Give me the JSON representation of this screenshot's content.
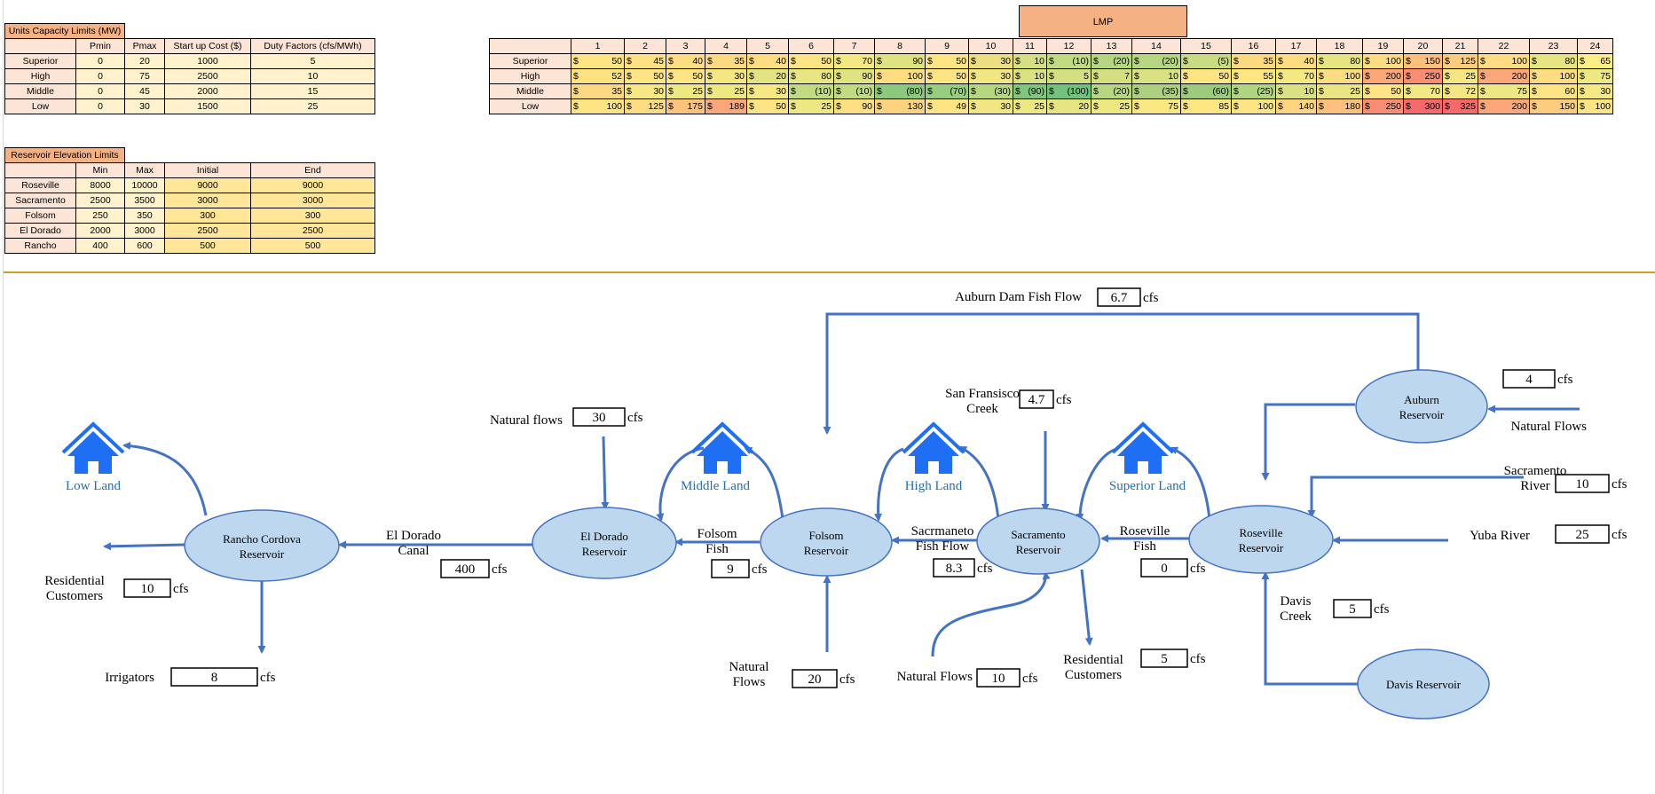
{
  "units_table": {
    "title": "Units Capacity Limits (MW)",
    "headers": [
      "",
      "Pmin",
      "Pmax",
      "Start up Cost ($)",
      "Duty Factors (cfs/MWh)"
    ],
    "rows": [
      [
        "Superior",
        "0",
        "20",
        "1000",
        "5"
      ],
      [
        "High",
        "0",
        "75",
        "2500",
        "10"
      ],
      [
        "Middle",
        "0",
        "45",
        "2000",
        "15"
      ],
      [
        "Low",
        "0",
        "30",
        "1500",
        "25"
      ]
    ]
  },
  "reservoir_table": {
    "title": "Reservoir Elevation Limits",
    "headers": [
      "",
      "Min",
      "Max",
      "Initial",
      "End"
    ],
    "rows": [
      [
        "Roseville",
        "8000",
        "10000",
        "9000",
        "9000"
      ],
      [
        "Sacramento",
        "2500",
        "3500",
        "3000",
        "3000"
      ],
      [
        "Folsom",
        "250",
        "350",
        "300",
        "300"
      ],
      [
        "El Dorado",
        "2000",
        "3000",
        "2500",
        "2500"
      ],
      [
        "Rancho",
        "400",
        "600",
        "500",
        "500"
      ]
    ]
  },
  "lmp_table": {
    "title": "LMP",
    "hours": [
      "1",
      "2",
      "3",
      "4",
      "5",
      "6",
      "7",
      "8",
      "9",
      "10",
      "11",
      "12",
      "13",
      "14",
      "15",
      "16",
      "17",
      "18",
      "19",
      "20",
      "21",
      "22",
      "23",
      "24"
    ],
    "rows": [
      {
        "name": "Superior",
        "values": [
          "50",
          "45",
          "40",
          "35",
          "40",
          "50",
          "70",
          "90",
          "50",
          "30",
          "10",
          "(10)",
          "(20)",
          "(20)",
          "(5)",
          "35",
          "40",
          "80",
          "100",
          "150",
          "125",
          "100",
          "80",
          "65"
        ]
      },
      {
        "name": "High",
        "values": [
          "52",
          "50",
          "50",
          "30",
          "20",
          "80",
          "90",
          "100",
          "50",
          "30",
          "10",
          "5",
          "7",
          "10",
          "50",
          "55",
          "70",
          "100",
          "200",
          "250",
          "25",
          "200",
          "100",
          "75"
        ]
      },
      {
        "name": "Middle",
        "values": [
          "35",
          "30",
          "25",
          "25",
          "30",
          "(10)",
          "(10)",
          "(80)",
          "(70)",
          "(30)",
          "(90)",
          "(100)",
          "(20)",
          "(35)",
          "(60)",
          "(25)",
          "10",
          "25",
          "50",
          "70",
          "72",
          "75",
          "60",
          "30"
        ]
      },
      {
        "name": "Low",
        "values": [
          "100",
          "125",
          "175",
          "189",
          "50",
          "25",
          "90",
          "130",
          "49",
          "30",
          "25",
          "20",
          "25",
          "75",
          "85",
          "100",
          "140",
          "180",
          "250",
          "300",
          "325",
          "200",
          "150",
          "100"
        ]
      }
    ],
    "currency": "$",
    "colors": {
      "Superior": [
        "#fee483",
        "#fee182",
        "#fedd81",
        "#fcda80",
        "#fedd81",
        "#fee483",
        "#f4e883",
        "#dfe281",
        "#fee483",
        "#ecde81",
        "#d6e082",
        "#c2da80",
        "#b6d67f",
        "#b6d67f",
        "#c9dc81",
        "#fcd980",
        "#fedd81",
        "#e6e582",
        "#fedc81",
        "#fdc07c",
        "#fdcd7e",
        "#fedc81",
        "#e6e582",
        "#feed84"
      ],
      "High": [
        "#fee282",
        "#fee483",
        "#fee483",
        "#f3e683",
        "#e2e382",
        "#e8e583",
        "#e0e382",
        "#fedc81",
        "#fee483",
        "#f1e683",
        "#d9e182",
        "#d3df82",
        "#d5df82",
        "#d9e182",
        "#fee483",
        "#fee683",
        "#f4e883",
        "#fedc81",
        "#fba779",
        "#f98e75",
        "#f3e683",
        "#fba779",
        "#fedc81",
        "#eee883"
      ],
      "Middle": [
        "#fcd980",
        "#f6e883",
        "#eee883",
        "#eee883",
        "#f6e883",
        "#c2da80",
        "#c2da80",
        "#8bc97d",
        "#96cd7e",
        "#b6d67f",
        "#7fc67c",
        "#73c27b",
        "#b6d67f",
        "#adcf7e",
        "#9dcb7d",
        "#b0d47f",
        "#d9e182",
        "#e9e582",
        "#fee483",
        "#f4e883",
        "#f3e683",
        "#eee883",
        "#fee483",
        "#f6e883"
      ],
      "Low": [
        "#fee483",
        "#fedc81",
        "#fcc37c",
        "#fba779",
        "#fee483",
        "#eee883",
        "#fedf82",
        "#fed380",
        "#fee483",
        "#f1e683",
        "#eee883",
        "#e6e582",
        "#eee883",
        "#fce883",
        "#fee683",
        "#fee483",
        "#fdd580",
        "#fcc17c",
        "#f98e75",
        "#f8696b",
        "#f8696b",
        "#fba779",
        "#fdcc7e",
        "#fee483"
      ]
    }
  },
  "diagram": {
    "reservoirs": [
      {
        "id": "rancho",
        "label": [
          "Rancho Cordova",
          "Reservoir"
        ]
      },
      {
        "id": "eldorado",
        "label": [
          "El Dorado",
          "Reservoir"
        ]
      },
      {
        "id": "folsom",
        "label": [
          "Folsom",
          "Reservoir"
        ]
      },
      {
        "id": "sacramento",
        "label": [
          "Sacramento",
          "Reservoir"
        ]
      },
      {
        "id": "roseville",
        "label": [
          "Roseville",
          "Reservoir"
        ]
      },
      {
        "id": "auburn",
        "label": [
          "Auburn",
          "Reservoir"
        ]
      },
      {
        "id": "davis",
        "label": [
          "Davis Reservoir"
        ]
      }
    ],
    "lands": [
      "Low Land",
      "Middle Land",
      "High Land",
      "Superior Land"
    ],
    "flows": [
      {
        "id": "auburn_dam_fish",
        "label": [
          "Auburn Dam Fish Flow"
        ],
        "value": "6.7"
      },
      {
        "id": "auburn_natural",
        "label": [
          "Natural Flows"
        ],
        "value": "4"
      },
      {
        "id": "san_fransisco",
        "label": [
          "San Fransisco",
          "Creek"
        ],
        "value": "4.7"
      },
      {
        "id": "sacramento_river",
        "label": [
          "Sacramento",
          "River"
        ],
        "value": "10"
      },
      {
        "id": "yuba",
        "label": [
          "Yuba River"
        ],
        "value": "25"
      },
      {
        "id": "davis_creek",
        "label": [
          "Davis",
          "Creek"
        ],
        "value": "5"
      },
      {
        "id": "roseville_fish",
        "label": [
          "Roseville",
          "Fish"
        ],
        "value": "0"
      },
      {
        "id": "sacramento_fish",
        "label": [
          "Sacrmaneto",
          "Fish Flow"
        ],
        "value": "8.3"
      },
      {
        "id": "sac_natural",
        "label": [
          "Natural Flows"
        ],
        "value": "10"
      },
      {
        "id": "sac_residential",
        "label": [
          "Residential",
          "Customers"
        ],
        "value": "5"
      },
      {
        "id": "folsom_fish",
        "label": [
          "Folsom",
          "Fish"
        ],
        "value": "9"
      },
      {
        "id": "folsom_natural",
        "label": [
          "Natural",
          "Flows"
        ],
        "value": "20"
      },
      {
        "id": "eldorado_natural",
        "label": [
          "Natural flows"
        ],
        "value": "30"
      },
      {
        "id": "eldorado_canal",
        "label": [
          "El Dorado",
          "Canal"
        ],
        "value": "400"
      },
      {
        "id": "rancho_residential",
        "label": [
          "Residential",
          "Customers"
        ],
        "value": "10"
      },
      {
        "id": "irrigators",
        "label": [
          "Irrigators"
        ],
        "value": "8"
      }
    ],
    "unit": "cfs"
  }
}
